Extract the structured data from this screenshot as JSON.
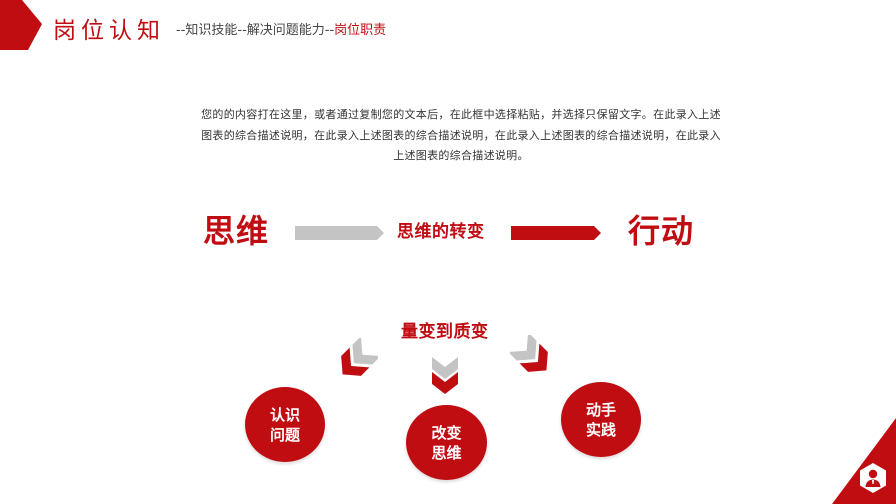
{
  "header": {
    "title": "岗位认知",
    "breadcrumb": {
      "part1": "--知识技能--解决问题能力--",
      "current": "岗位职责"
    }
  },
  "description": "您的的内容打在这里，或者通过复制您的文本后，在此框中选择粘贴，并选择只保留文字。在此录入上述图表的综合描述说明，在此录入上述图表的综合描述说明，在此录入上述图表的综合描述说明，在此录入上述图表的综合描述说明。",
  "flow": {
    "start": "思维",
    "middle": "思维的转变",
    "end": "行动"
  },
  "quality": {
    "title": "量变到质变",
    "circles": [
      {
        "line1": "认识",
        "line2": "问题"
      },
      {
        "line1": "改变",
        "line2": "思维"
      },
      {
        "line1": "动手",
        "line2": "实践"
      }
    ]
  },
  "colors": {
    "accent": "#c00d12",
    "gray": "#c4c4c4"
  },
  "corner_icon": "person-hexagon-icon"
}
